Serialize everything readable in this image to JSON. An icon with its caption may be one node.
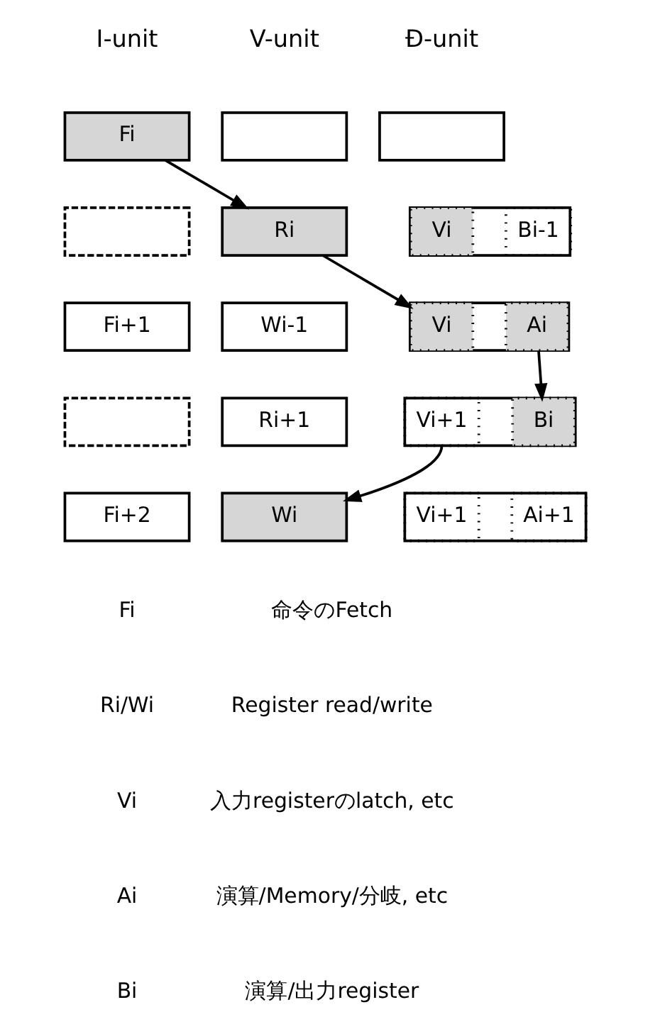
{
  "diagram": {
    "nodes": [
      {
        "text": [
          "Fi"
        ]
      },
      {
        "text": [],
        "shape": "box"
      },
      {
        "text": [],
        "shape": "box"
      },
      {
        "text": [],
        "shape": "box"
      },
      {
        "text": [
          "Ri"
        ]
      },
      {
        "text": [],
        "shape": "box"
      },
      {
        "text": [
          "Vi"
        ],
        "in": 5
      },
      {
        "text": [
          "Bi-1"
        ],
        "in": 5
      },
      {
        "text": [
          "Fi+1"
        ]
      },
      {
        "text": [
          "Wi-1"
        ]
      },
      {
        "text": [],
        "shape": "box"
      },
      {
        "text": [
          "Vi"
        ],
        "in": 10
      },
      {
        "text": [
          "Ai"
        ],
        "in": 10
      },
      {
        "text": [],
        "shape": "box"
      },
      {
        "text": [
          "Ri+1"
        ]
      },
      {
        "text": [],
        "shape": "box"
      },
      {
        "text": [
          "Vi+1"
        ],
        "in": 15
      },
      {
        "text": [
          "Bi"
        ],
        "in": 15
      },
      {
        "text": [
          "Fi+2"
        ]
      },
      {
        "text": [
          "Wi"
        ]
      },
      {
        "text": [],
        "shape": "box"
      },
      {
        "text": [
          "Vi+1"
        ],
        "in": 20
      },
      {
        "text": [
          "Ai+1"
        ],
        "in": 20
      }
    ],
    "edges": [
      {
        "from": 0,
        "to": 4,
        "arrow": "to"
      },
      {
        "from": 4,
        "to": 10,
        "arrow": "to"
      },
      {
        "from": 12,
        "to": 17,
        "arrow": "to"
      },
      {
        "from": 15,
        "to": 19,
        "arrow": "to"
      }
    ],
    "labels": [
      "I-unit",
      "V-unit",
      "Đ-unit",
      "Fi",
      "命令のFetch",
      "Ri/Wi",
      "Register read/write",
      "Vi",
      "入力registerのlatch, etc",
      "Ai",
      "演算/Memory/分岐, etc",
      "Bi",
      "演算/出力register"
    ]
  }
}
